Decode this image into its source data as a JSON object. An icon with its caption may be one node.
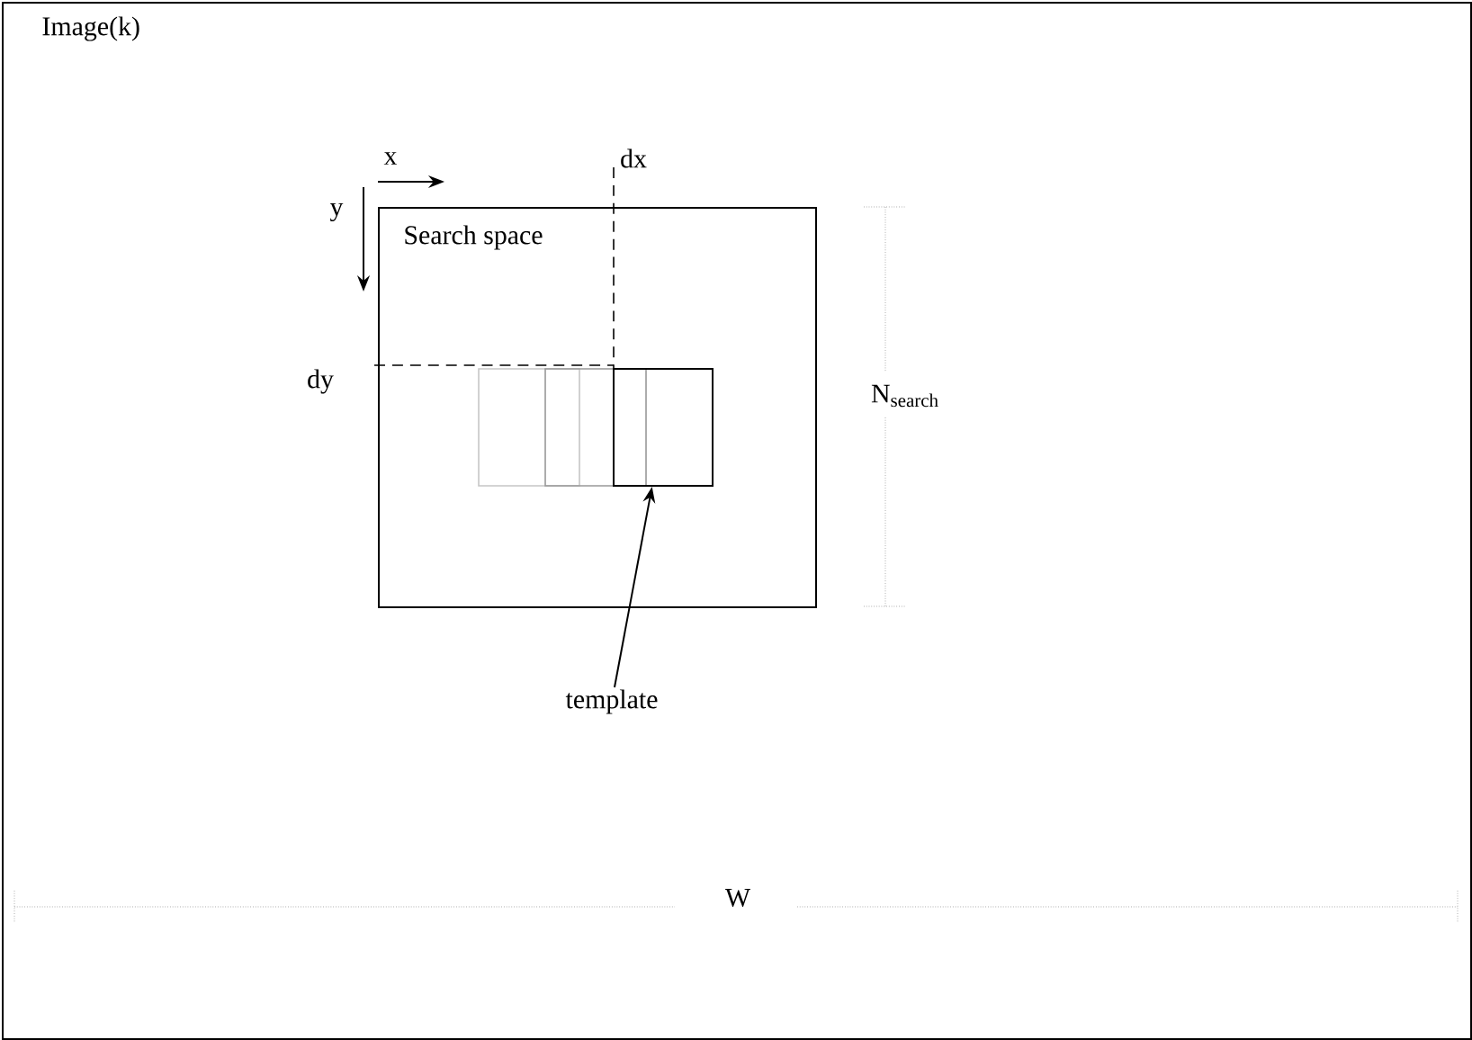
{
  "diagram": {
    "nodes": [
      {
        "text": [
          "Image(k)"
        ]
      },
      {
        "text": [
          "Search space"
        ],
        "in": 0
      },
      {
        "text": [],
        "shape": "box",
        "in": 1
      },
      {
        "text": [
          "template"
        ],
        "in": 0
      }
    ],
    "edges": [
      {
        "from": 3,
        "to": 2,
        "arrow": "to"
      }
    ],
    "labels": [
      "x",
      "dx",
      "y",
      "dy",
      "N$_{search}$",
      "W"
    ]
  }
}
